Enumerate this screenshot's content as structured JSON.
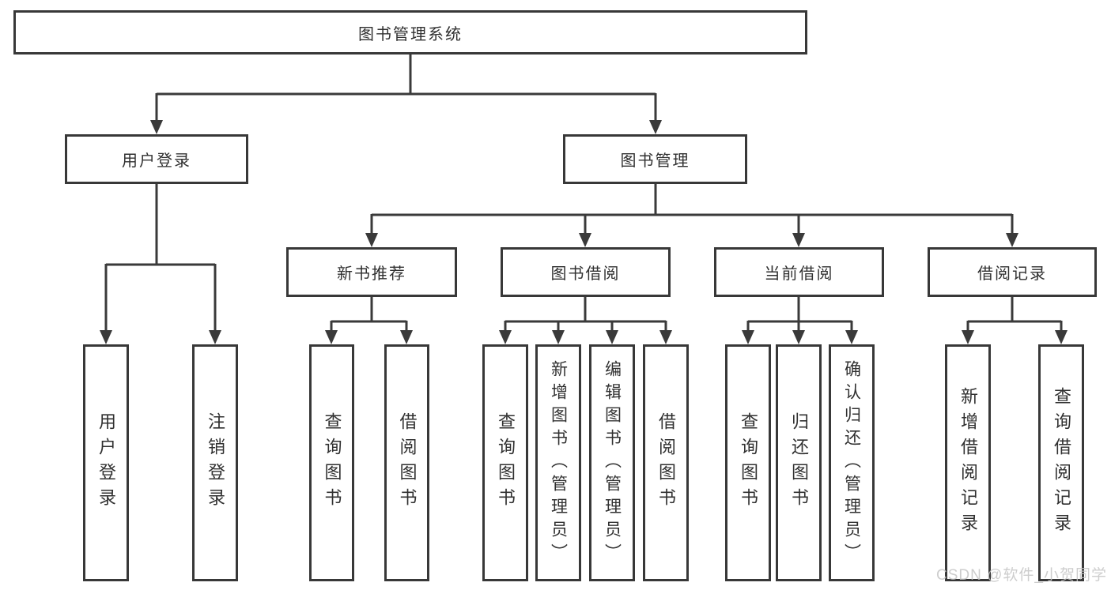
{
  "colors": {
    "line": "#3a3a3a",
    "box_border": "#383838",
    "text": "#303030",
    "watermark": "#c5c5c5",
    "background": "#ffffff"
  },
  "watermark": {
    "text": "CSDN @软件_小贺同学"
  },
  "tree": {
    "root": {
      "label": "图书管理系统"
    },
    "level2": [
      {
        "label": "用户登录",
        "children": [
          {
            "label": "用户登录"
          },
          {
            "label": "注销登录"
          }
        ]
      },
      {
        "label": "图书管理",
        "children": [
          {
            "label": "新书推荐",
            "children": [
              {
                "label": "查询图书"
              },
              {
                "label": "借阅图书"
              }
            ]
          },
          {
            "label": "图书借阅",
            "children": [
              {
                "label": "查询图书"
              },
              {
                "label": "新增图书（管理员）"
              },
              {
                "label": "编辑图书（管理员）"
              },
              {
                "label": "借阅图书"
              }
            ]
          },
          {
            "label": "当前借阅",
            "children": [
              {
                "label": "查询图书"
              },
              {
                "label": "归还图书"
              },
              {
                "label": "确认归还（管理员）"
              }
            ]
          },
          {
            "label": "借阅记录",
            "children": [
              {
                "label": "新增借阅记录"
              },
              {
                "label": "查询借阅记录"
              }
            ]
          }
        ]
      }
    ]
  }
}
